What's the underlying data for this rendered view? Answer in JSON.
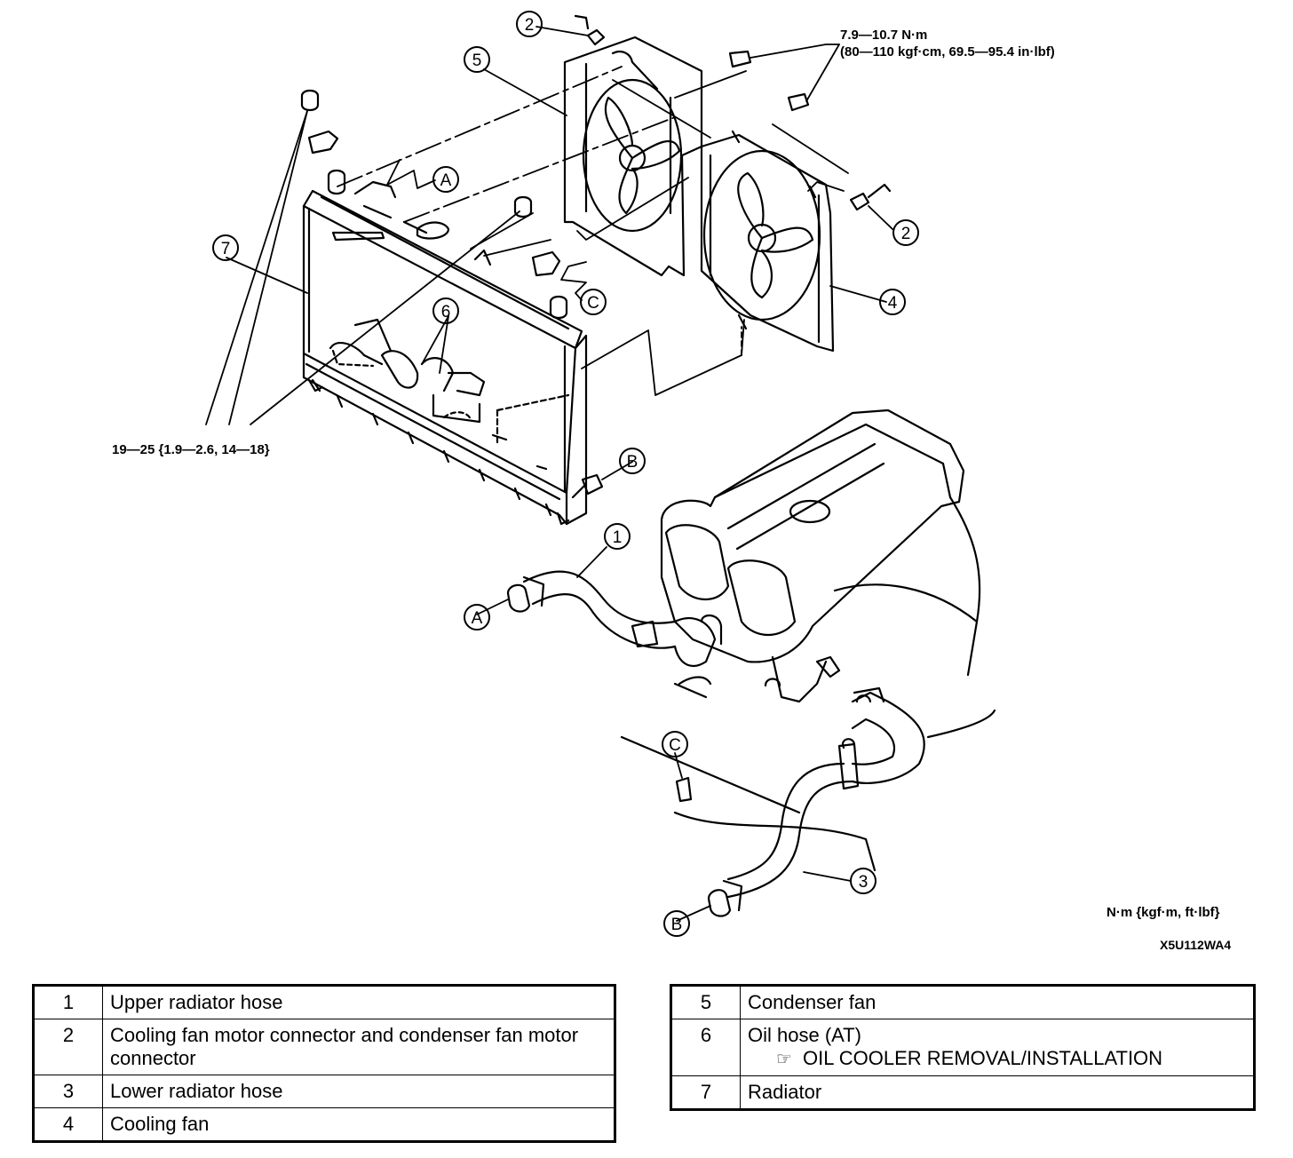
{
  "callouts": {
    "c1": "1",
    "c2a": "2",
    "c2b": "2",
    "c3": "3",
    "c4": "4",
    "c5": "5",
    "c6": "6",
    "c7": "7",
    "cA1": "A",
    "cA2": "A",
    "cB1": "B",
    "cB2": "B",
    "cC1": "C",
    "cC2": "C"
  },
  "torque_top": {
    "line1": "7.9—10.7 N·m",
    "line2": "(80—110 kgf·cm, 69.5—95.4 in·lbf)"
  },
  "torque_left": "19—25 {1.9—2.6, 14—18}",
  "units": "N·m {kgf·m, ft·lbf}",
  "figure_code": "X5U112WA4",
  "legend_left": [
    {
      "num": "1",
      "text": "Upper radiator hose"
    },
    {
      "num": "2",
      "text": "Cooling fan motor connector and condenser fan motor connector"
    },
    {
      "num": "3",
      "text": "Lower radiator hose"
    },
    {
      "num": "4",
      "text": "Cooling fan"
    }
  ],
  "legend_right": [
    {
      "num": "5",
      "text": "Condenser fan"
    },
    {
      "num": "6",
      "text": "Oil hose (AT)",
      "ref_icon": "☞",
      "ref_text": "OIL COOLER REMOVAL/INSTALLATION"
    },
    {
      "num": "7",
      "text": "Radiator"
    }
  ]
}
